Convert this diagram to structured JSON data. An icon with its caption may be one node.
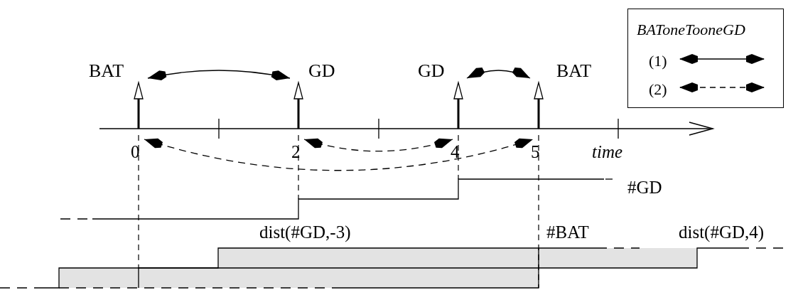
{
  "diagram": {
    "nodes": [
      {
        "text": [
          "BAT"
        ]
      },
      {
        "text": [
          "GD"
        ]
      },
      {
        "text": [
          "GD"
        ]
      },
      {
        "text": [
          "BAT"
        ]
      }
    ],
    "edges": [
      {
        "from": 0,
        "to": 1,
        "arrow": "both"
      },
      {
        "from": 2,
        "to": 3,
        "arrow": "both"
      },
      {
        "from": 0,
        "to": 3,
        "arrow": "both",
        "style": "dashed"
      },
      {
        "from": 1,
        "to": 2,
        "arrow": "both",
        "style": "dashed"
      }
    ],
    "labels": [
      "0",
      "2",
      "4",
      "5",
      "time",
      "#GD",
      "dist(#GD,-3)",
      "#BAT",
      "dist(#GD,4)",
      "BAToneTooneGD"
    ],
    "legend": [
      {
        "text": "(1)"
      },
      {
        "text": "(2)"
      }
    ]
  }
}
